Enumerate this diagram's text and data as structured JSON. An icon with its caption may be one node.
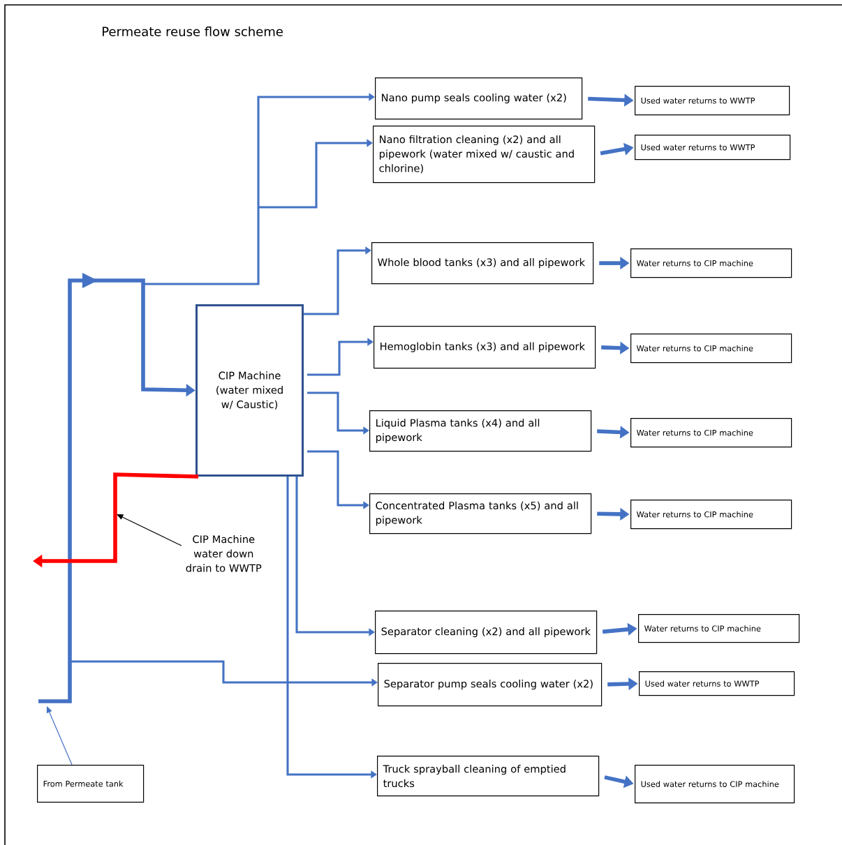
{
  "diagram": {
    "title": "Permeate reuse flow scheme",
    "nodes": [
      {
        "text": [
          "From Permeate tank"
        ]
      },
      {
        "text": [
          "CIP Machine (water mixed w/ Caustic)"
        ]
      },
      {
        "text": [
          "Nano pump seals cooling water (x2)"
        ]
      },
      {
        "text": [
          "Nano filtration cleaning (x2) and all pipework (water mixed w/ caustic and chlorine)"
        ]
      },
      {
        "text": [
          "Whole blood tanks (x3) and all pipework"
        ]
      },
      {
        "text": [
          "Hemoglobin tanks (x3) and all pipework"
        ]
      },
      {
        "text": [
          "Liquid Plasma tanks (x4) and all pipework"
        ]
      },
      {
        "text": [
          "Concentrated Plasma tanks (x5) and all pipework"
        ]
      },
      {
        "text": [
          "Separator cleaning (x2) and all pipework"
        ]
      },
      {
        "text": [
          "Separator pump seals cooling water  (x2)"
        ]
      },
      {
        "text": [
          "Truck sprayball cleaning of emptied trucks"
        ]
      },
      {
        "text": [
          "Used water returns to WWTP"
        ]
      },
      {
        "text": [
          "Used water returns to WWTP"
        ]
      },
      {
        "text": [
          "Water returns to CIP machine"
        ]
      },
      {
        "text": [
          "Water returns to CIP machine"
        ]
      },
      {
        "text": [
          "Water returns to CIP machine"
        ]
      },
      {
        "text": [
          "Water returns to CIP machine"
        ]
      },
      {
        "text": [
          "Water returns to CIP machine"
        ]
      },
      {
        "text": [
          "Used water returns to WWTP"
        ]
      },
      {
        "text": [
          "Used water returns to CIP machine"
        ]
      },
      {
        "text": [
          "CIP Machine water down drain to WWTP"
        ]
      }
    ],
    "edges": [
      {
        "from": 0,
        "to": null,
        "arrow": "to"
      },
      {
        "from": null,
        "to": 1,
        "arrow": "to",
        "style": "thick"
      },
      {
        "from": null,
        "to": 2,
        "arrow": "to"
      },
      {
        "from": null,
        "to": 3,
        "arrow": "to"
      },
      {
        "from": null,
        "to": 9,
        "arrow": "to"
      },
      {
        "from": 1,
        "to": 4,
        "arrow": "to"
      },
      {
        "from": 1,
        "to": 5,
        "arrow": "to"
      },
      {
        "from": 1,
        "to": 6,
        "arrow": "to"
      },
      {
        "from": 1,
        "to": 7,
        "arrow": "to"
      },
      {
        "from": 1,
        "to": 8,
        "arrow": "to"
      },
      {
        "from": 1,
        "to": 10,
        "arrow": "to"
      },
      {
        "from": 1,
        "to": null,
        "arrow": "to",
        "style": "thick",
        "color": "#ff0000"
      },
      {
        "from": 20,
        "to": null,
        "arrow": "to",
        "color": "#000000"
      },
      {
        "from": 2,
        "to": 11,
        "arrow": "to",
        "style": "thick"
      },
      {
        "from": 3,
        "to": 12,
        "arrow": "to",
        "style": "thick"
      },
      {
        "from": 4,
        "to": 13,
        "arrow": "to",
        "style": "thick"
      },
      {
        "from": 5,
        "to": 14,
        "arrow": "to",
        "style": "thick"
      },
      {
        "from": 6,
        "to": 15,
        "arrow": "to",
        "style": "thick"
      },
      {
        "from": 7,
        "to": 16,
        "arrow": "to",
        "style": "thick"
      },
      {
        "from": 8,
        "to": 17,
        "arrow": "to",
        "style": "thick"
      },
      {
        "from": 9,
        "to": 18,
        "arrow": "to",
        "style": "thick"
      },
      {
        "from": 10,
        "to": 19,
        "arrow": "to",
        "style": "thick"
      }
    ]
  }
}
